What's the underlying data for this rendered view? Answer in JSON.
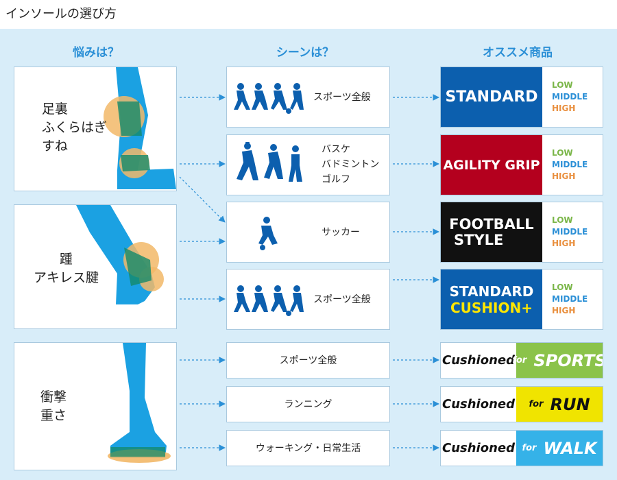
{
  "title": "インソールの選び方",
  "headers": {
    "concern": "悩みは？",
    "scene": "シーンは？",
    "product": "オススメ商品"
  },
  "concerns": [
    {
      "lines": [
        "足裏",
        "ふくらはぎ",
        "すね"
      ]
    },
    {
      "lines": [
        "踵",
        "アキレス腱"
      ]
    },
    {
      "lines": [
        "衝撃",
        "重さ"
      ]
    }
  ],
  "scenes": [
    {
      "lines": [
        "スポーツ全般"
      ],
      "icons": [
        "runner-icon",
        "baseball-icon",
        "soccer-icon",
        "volleyball-icon"
      ]
    },
    {
      "lines": [
        "バスケ",
        "バドミントン",
        "ゴルフ"
      ],
      "icons": [
        "basketball-icon",
        "badminton-icon",
        "golf-icon"
      ]
    },
    {
      "lines": [
        "サッカー"
      ],
      "icons": [
        "soccer-icon"
      ]
    },
    {
      "lines": [
        "スポーツ全般"
      ],
      "icons": [
        "runner-icon",
        "baseball-icon",
        "soccer-icon",
        "volleyball-icon"
      ]
    },
    {
      "lines": [
        "スポーツ全般"
      ]
    },
    {
      "lines": [
        "ランニング"
      ]
    },
    {
      "lines": [
        "ウォーキング・日常生活"
      ]
    }
  ],
  "levels": {
    "low": "LOW",
    "middle": "MIDDLE",
    "high": "HIGH"
  },
  "products": [
    {
      "line1": "STANDARD",
      "line2": "",
      "bg": "#0c5fae",
      "line2_color": "#ffffff"
    },
    {
      "line1": "AGILITY GRIP",
      "line2": "",
      "bg": "#b4001e",
      "line2_color": "#ffffff"
    },
    {
      "line1": "FOOTBALL",
      "line2": "STYLE",
      "bg": "#111111",
      "line2_color": "#ffffff"
    },
    {
      "line1": "STANDARD",
      "line2": "CUSHION+",
      "bg": "#0c5fae",
      "line2_color": "#ffe600"
    }
  ],
  "cushioned": [
    {
      "brand": "Cushioned",
      "for": "for",
      "name": "SPORTS",
      "bg": "#8bc34a",
      "text_color": "#ffffff"
    },
    {
      "brand": "Cushioned",
      "for": "for",
      "name": "RUN",
      "bg": "#f0e400",
      "text_color": "#111111"
    },
    {
      "brand": "Cushioned",
      "for": "for",
      "name": "WALK",
      "bg": "#35b2e8",
      "text_color": "#ffffff"
    }
  ],
  "colors": {
    "accent": "#2a8fd6",
    "panel": "#d8edf9",
    "leg": "#1ba1e2",
    "highlight": "#f2b868",
    "overlap": "#148a6a"
  }
}
